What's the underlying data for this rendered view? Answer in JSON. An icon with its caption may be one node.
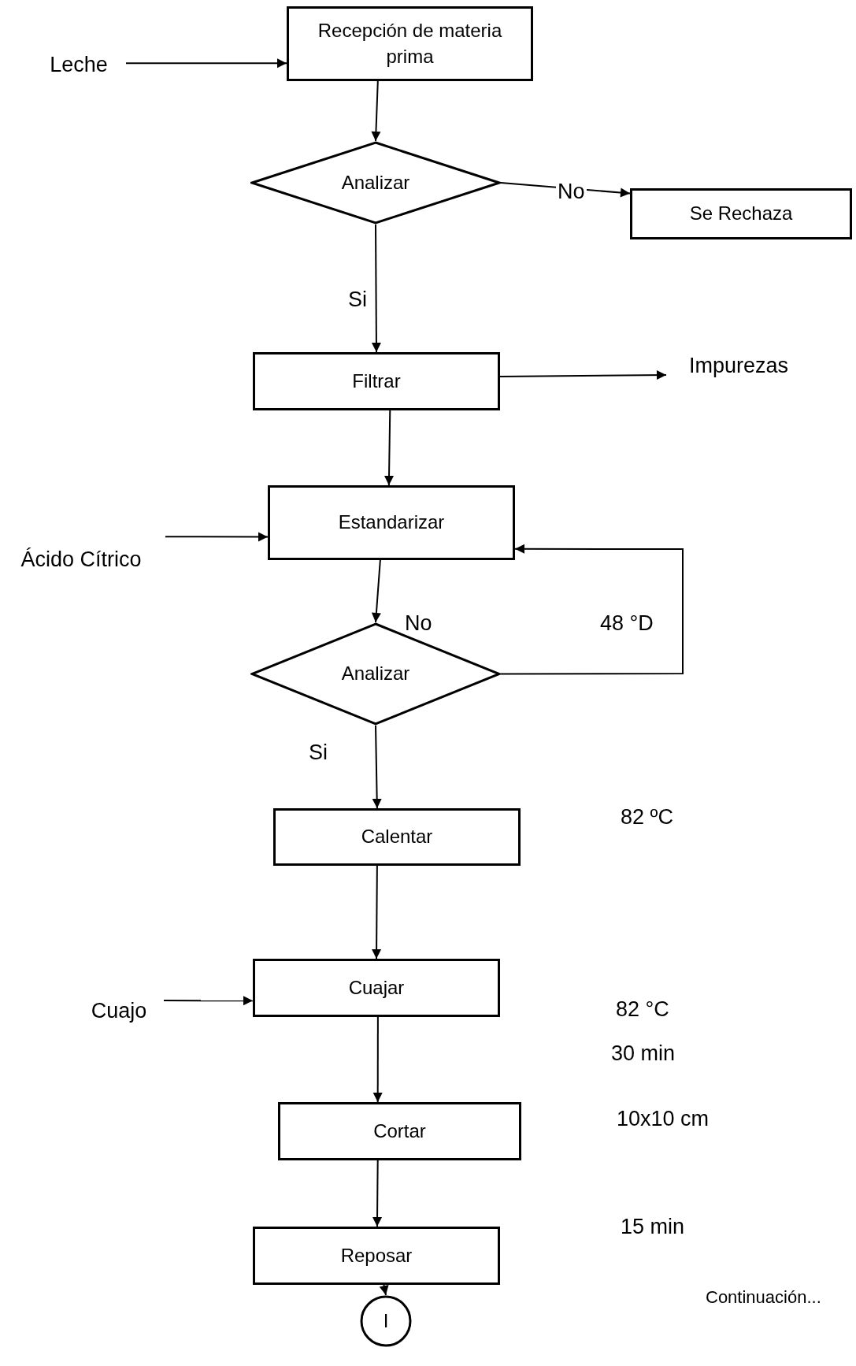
{
  "diagram": {
    "nodes": [
      {
        "text": [
          "Recepción de materia prima"
        ]
      },
      {
        "text": [
          "Leche"
        ]
      },
      {
        "text": [
          "Analizar"
        ]
      },
      {
        "text": [
          "Se Rechaza"
        ]
      },
      {
        "text": [
          "Filtrar"
        ]
      },
      {
        "text": [
          "Impurezas"
        ]
      },
      {
        "text": [
          "Estandarizar"
        ]
      },
      {
        "text": [
          "Ácido Cítrico"
        ]
      },
      {
        "text": [
          "Analizar"
        ]
      },
      {
        "text": [
          "Calentar"
        ]
      },
      {
        "text": [
          "Cuajar"
        ]
      },
      {
        "text": [
          "Cuajo"
        ]
      },
      {
        "text": [
          "Cortar"
        ]
      },
      {
        "text": [
          "Reposar"
        ]
      },
      {
        "text": [
          "I"
        ]
      }
    ],
    "edges": [
      {
        "from": 1,
        "to": 0,
        "arrow": "to"
      },
      {
        "from": 0,
        "to": 2,
        "arrow": "to"
      },
      {
        "from": 2,
        "to": 3,
        "arrow": "to",
        "label": "No"
      },
      {
        "from": 2,
        "to": 4,
        "arrow": "to",
        "label": "Si"
      },
      {
        "from": 4,
        "to": 5,
        "arrow": "to"
      },
      {
        "from": 4,
        "to": 6,
        "arrow": "to"
      },
      {
        "from": 7,
        "to": 6,
        "arrow": "to"
      },
      {
        "from": 6,
        "to": 8,
        "arrow": "to"
      },
      {
        "from": 8,
        "to": 6,
        "arrow": "to"
      },
      {
        "from": 8,
        "to": 9,
        "arrow": "to",
        "label": "Si"
      },
      {
        "from": 9,
        "to": 10,
        "arrow": "to"
      },
      {
        "from": 11,
        "to": 10,
        "arrow": "to"
      },
      {
        "from": 10,
        "to": 12,
        "arrow": "to"
      },
      {
        "from": 12,
        "to": 13,
        "arrow": "to"
      },
      {
        "from": 13,
        "to": 14,
        "arrow": "to"
      }
    ],
    "labels": [
      "No",
      "48 °D",
      "82 ºC",
      "82 °C",
      "30 min",
      "10x10 cm",
      "15 min",
      "Continuación..."
    ]
  }
}
